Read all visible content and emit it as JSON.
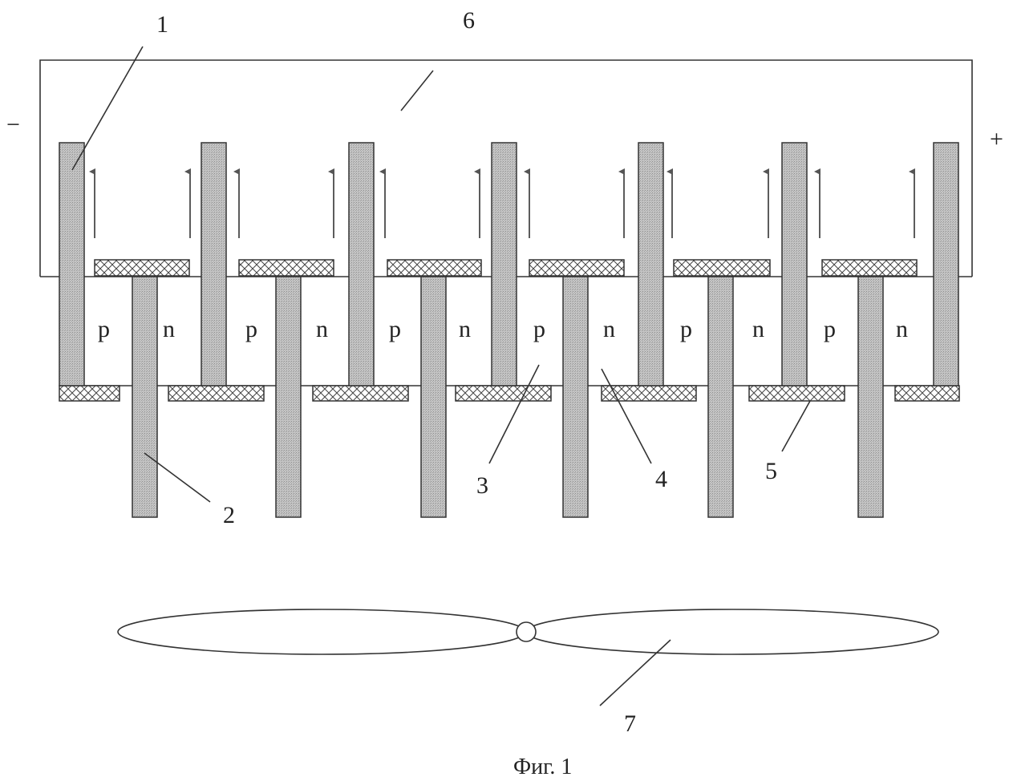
{
  "labels": {
    "l1": "1",
    "l2": "2",
    "l3": "3",
    "l4": "4",
    "l5": "5",
    "l6": "6",
    "l7": "7",
    "minus": "−",
    "plus": "+"
  },
  "regions": [
    "p",
    "n",
    "p",
    "n",
    "p",
    "n",
    "p",
    "n",
    "p",
    "n",
    "p",
    "n"
  ],
  "caption": "Фиг. 1",
  "colors": {
    "bar": "#b9b9b9",
    "line": "#333333",
    "arrow": "#555555"
  }
}
